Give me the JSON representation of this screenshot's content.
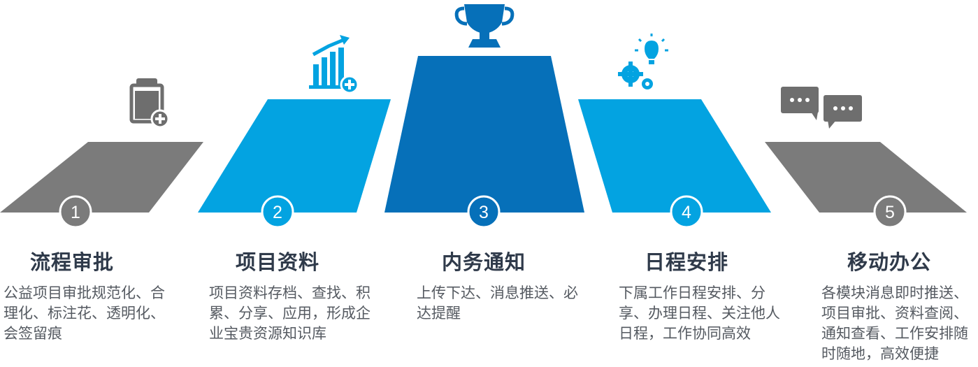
{
  "colors": {
    "gray": "#7b7b7b",
    "light_blue": "#03a3e1",
    "dark_blue": "#0670b9",
    "title_text": "#2f3a4a",
    "desc_text": "#555a61"
  },
  "steps": [
    {
      "number": "1",
      "title": "流程审批",
      "desc": "公益项目审批规范化、合理化、标注花、透明化、会签留痕",
      "icon": "clipboard-add-icon",
      "color": "gray"
    },
    {
      "number": "2",
      "title": "项目资料",
      "desc": "项目资料存档、查找、积累、分享、应用，形成企业宝贵资源知识库",
      "icon": "bar-chart-growth-icon",
      "color": "light_blue"
    },
    {
      "number": "3",
      "title": "内务通知",
      "desc": "上传下达、消息推送、必达提醒",
      "icon": "trophy-icon",
      "color": "dark_blue"
    },
    {
      "number": "4",
      "title": "日程安排",
      "desc": "下属工作日程安排、分享、办理日程、关注他人日程，工作协同高效",
      "icon": "gears-lightbulb-icon",
      "color": "light_blue"
    },
    {
      "number": "5",
      "title": "移动办公",
      "desc": "各模块消息即时推送、项目审批、资料查阅、通知查看、工作安排随时随地，高效便捷",
      "icon": "chat-bubbles-icon",
      "color": "gray"
    }
  ]
}
